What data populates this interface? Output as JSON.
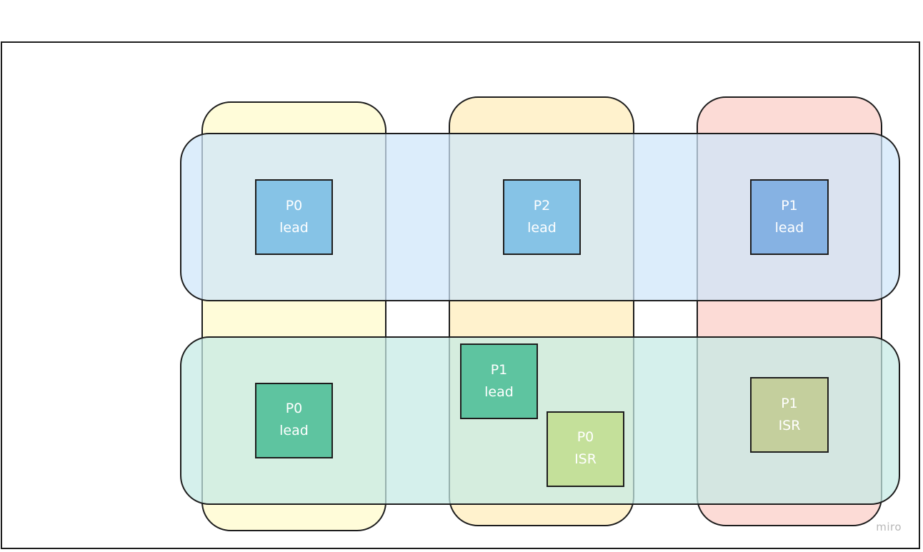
{
  "colors": {
    "border": "#1d1d1d",
    "col_0": "#fffbd2",
    "col_1": "#fff0c4",
    "col_2": "#fbd5cf",
    "row_0": "#cfe6fa",
    "row_1": "#c5eae4",
    "node_blue": "#86c3e6",
    "node_blue_dark": "#86b2e3",
    "node_teal": "#5ec4a0",
    "node_green": "#c4e09a",
    "node_olive": "#c4cf9d"
  },
  "nodes": [
    {
      "id": "r0c0",
      "line1": "P0",
      "line2": "lead",
      "color": "node_blue"
    },
    {
      "id": "r0c1",
      "line1": "P2",
      "line2": "lead",
      "color": "node_blue"
    },
    {
      "id": "r0c2",
      "line1": "P1",
      "line2": "lead",
      "color": "node_blue_dark"
    },
    {
      "id": "r1c0",
      "line1": "P0",
      "line2": "lead",
      "color": "node_teal"
    },
    {
      "id": "r1c1a",
      "line1": "P1",
      "line2": "lead",
      "color": "node_teal"
    },
    {
      "id": "r1c1b",
      "line1": "P0",
      "line2": "ISR",
      "color": "node_green"
    },
    {
      "id": "r1c2",
      "line1": "P1",
      "line2": "ISR",
      "color": "node_olive"
    }
  ],
  "watermark": "miro"
}
